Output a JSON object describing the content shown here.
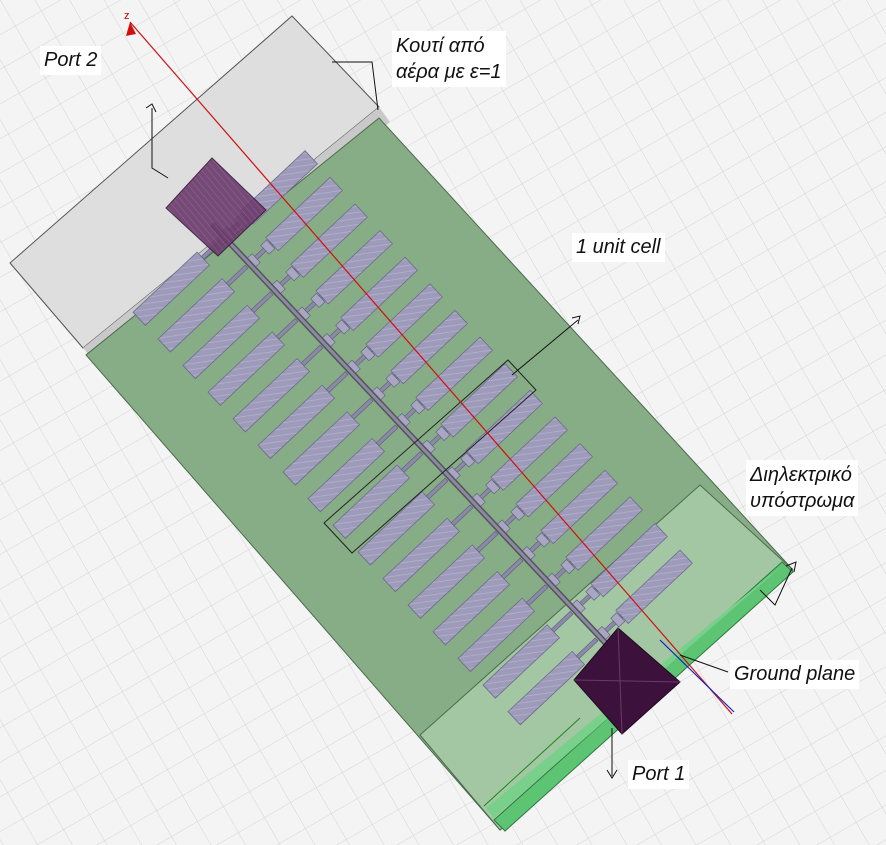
{
  "labels": {
    "port2": "Port 2",
    "air_box_line1": "Κουτί από",
    "air_box_line2": "αέρα με ε=1",
    "unit_cell": "1 unit cell",
    "substrate_line1": "Διηλεκτρικό",
    "substrate_line2": "υπόστρωμα",
    "ground_plane": "Ground plane",
    "port1": "Port 1",
    "z_axis": "z"
  },
  "colors": {
    "background": "#f4f4f4",
    "grid": "#d2d2d2",
    "air_box": "#dedede",
    "substrate": "#86ad86",
    "substrate_light": "#a3c6a3",
    "ground_plane": "#5cc473",
    "metal": "#9d9aba",
    "port": "#4a1f4a",
    "z_axis": "#d01010",
    "y_axis": "#1020c0"
  }
}
